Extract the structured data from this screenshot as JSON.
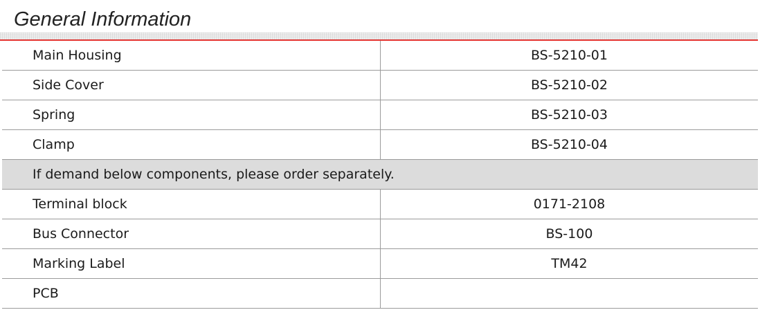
{
  "section": {
    "title": "General Information"
  },
  "rows": [
    {
      "label": "Main Housing",
      "value": "BS-5210-01"
    },
    {
      "label": "Side Cover",
      "value": "BS-5210-02"
    },
    {
      "label": "Spring",
      "value": "BS-5210-03"
    },
    {
      "label": "Clamp",
      "value": "BS-5210-04"
    }
  ],
  "note": "If demand below components, please order separately.",
  "optional_rows": [
    {
      "label": "Terminal block",
      "value": "0171-2108"
    },
    {
      "label": "Bus Connector",
      "value": "BS-100"
    },
    {
      "label": "Marking Label",
      "value": "TM42"
    },
    {
      "label": "PCB",
      "value": ""
    }
  ],
  "colors": {
    "accent_rule": "#e53935",
    "note_background": "#dcdcdc",
    "border": "#9a9a9a"
  }
}
